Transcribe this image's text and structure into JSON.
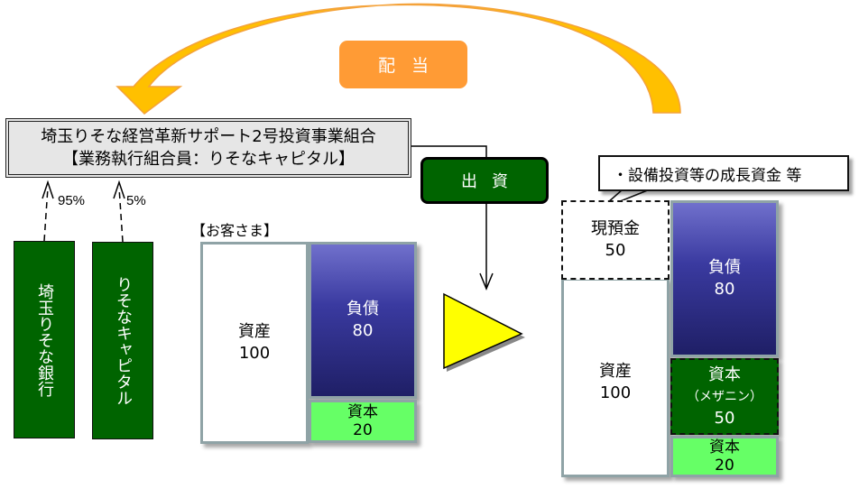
{
  "title": "埼玉りそな経営革新サポート2号投資事業組合 スキーム図",
  "colors": {
    "dividend_orange": "#ff9b35",
    "arrow_gold": "#ffc000",
    "investor_green": "#006400",
    "liability_blue": "#3a3aa0",
    "equity_green": "#66ff66",
    "fund_gray": "#e6e6e6",
    "triangle_yellow": "#ffff00"
  },
  "dividend": {
    "label": "配当"
  },
  "fund": {
    "name": "埼玉りそな経営革新サポート2号投資事業組合",
    "gp": "【業務執行組合員：りそなキャピタル】"
  },
  "investors": [
    {
      "name": "埼玉りそな銀行",
      "share": "95%"
    },
    {
      "name": "りそなキャピタル",
      "share": "5%"
    }
  ],
  "investment": {
    "label": "出資"
  },
  "customer_before": {
    "label": "【お客さま】",
    "asset": {
      "label": "資産",
      "value": "100"
    },
    "liability": {
      "label": "負債",
      "value": "80"
    },
    "equity": {
      "label": "資本",
      "value": "20"
    }
  },
  "customer_after": {
    "callout": "・設備投資等の成長資金 等",
    "cash": {
      "label": "現預金",
      "value": "50"
    },
    "asset": {
      "label": "資産",
      "value": "100"
    },
    "liability": {
      "label": "負債",
      "value": "80"
    },
    "mezzanine": {
      "label": "資本",
      "sublabel": "（メザニン）",
      "value": "50"
    },
    "equity": {
      "label": "資本",
      "value": "20"
    }
  }
}
